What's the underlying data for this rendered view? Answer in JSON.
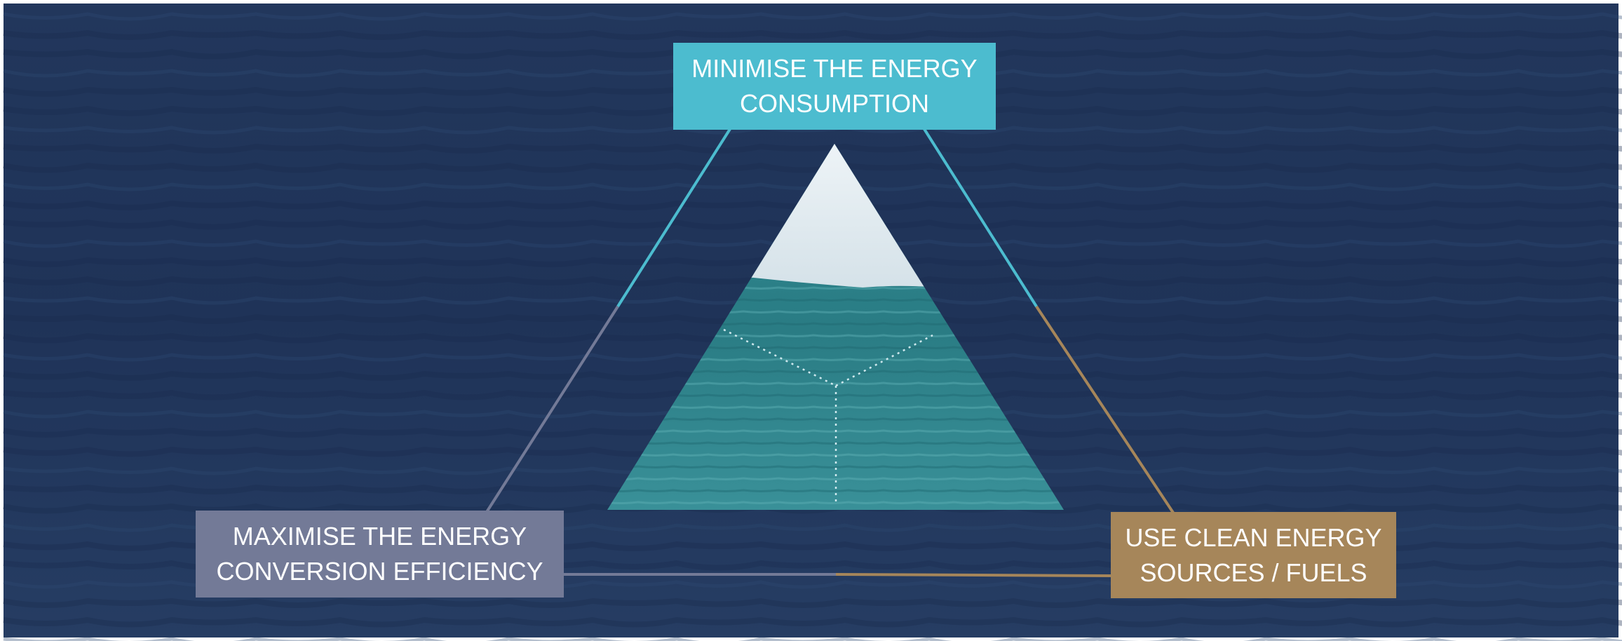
{
  "diagram": {
    "type": "triangle-framework",
    "nodes": [
      {
        "id": "top",
        "line1": "MINIMISE THE ENERGY",
        "line2": "CONSUMPTION",
        "color": "#4cbccf"
      },
      {
        "id": "left",
        "line1": "MAXIMISE THE ENERGY",
        "line2": "CONVERSION EFFICIENCY",
        "color": "#737a97"
      },
      {
        "id": "right",
        "line1": "USE CLEAN ENERGY",
        "line2": "SOURCES / FUELS",
        "color": "#a6865a"
      }
    ],
    "edges": [
      {
        "from": "top",
        "to": "left",
        "colors": [
          "#4cbccf",
          "#737a97"
        ]
      },
      {
        "from": "top",
        "to": "right",
        "colors": [
          "#4cbccf",
          "#a6865a"
        ]
      },
      {
        "from": "left",
        "to": "right",
        "colors": [
          "#737a97",
          "#a6865a"
        ]
      }
    ]
  },
  "background": {
    "description_color": "#23395e",
    "accent_dark": "#1a2c4d",
    "accent_light": "#3a5580"
  },
  "center_image": {
    "sky_color": "#dde8ee",
    "water_color": "#2d8a90",
    "divider_color": "#cfe9ee"
  }
}
